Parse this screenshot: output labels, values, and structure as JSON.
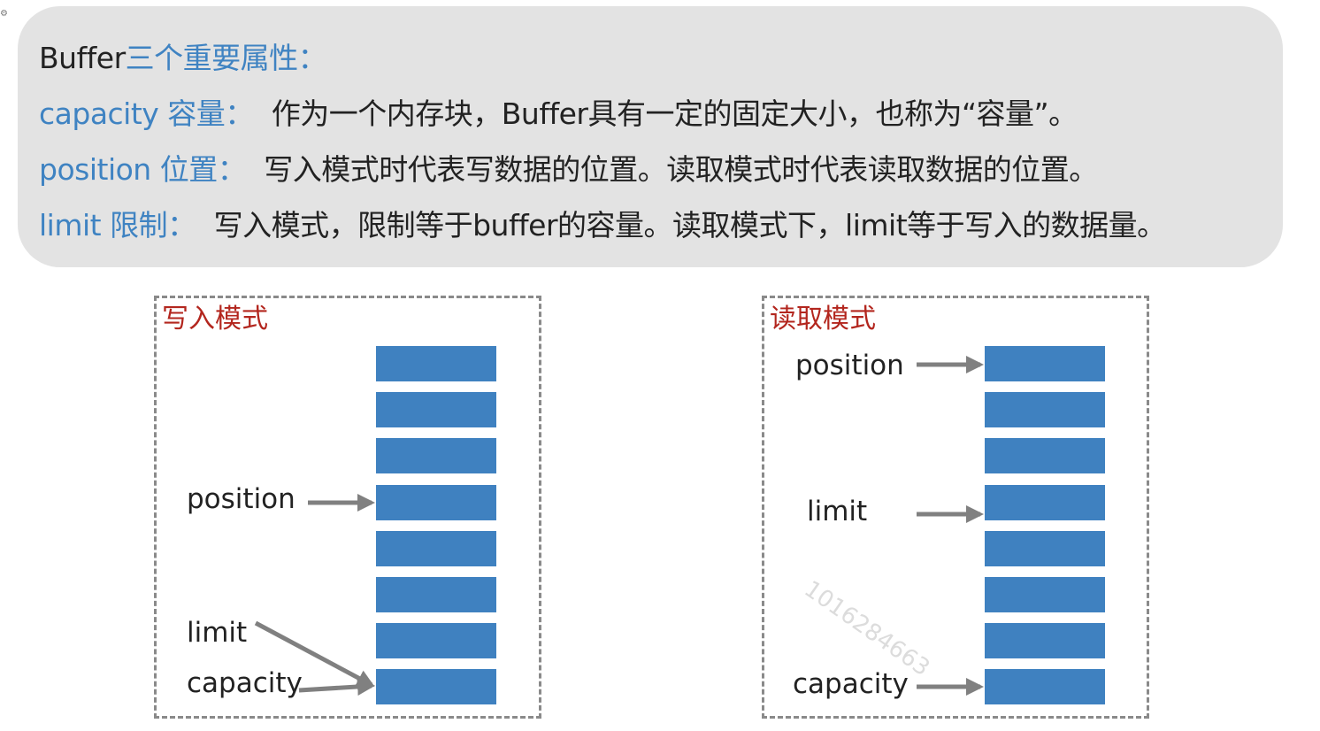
{
  "header": {
    "title_black": "Buffer",
    "title_blue": "三个重要属性：",
    "lines": [
      {
        "term": "capacity 容量：",
        "desc": "作为一个内存块，Buffer具有一定的固定大小，也称为“容量”。"
      },
      {
        "term": "position 位置：",
        "desc": "写入模式时代表写数据的位置。读取模式时代表读取数据的位置。"
      },
      {
        "term": "limit 限制：",
        "desc": "写入模式，限制等于buffer的容量。读取模式下，limit等于写入的数据量。"
      }
    ]
  },
  "write_panel": {
    "title": "写入模式",
    "cell_count": 8,
    "labels": {
      "position": "position",
      "limit": "limit",
      "capacity": "capacity"
    }
  },
  "read_panel": {
    "title": "读取模式",
    "cell_count": 8,
    "labels": {
      "position": "position",
      "limit": "limit",
      "capacity": "capacity"
    }
  },
  "watermark": "1016284663",
  "colors": {
    "accent_blue": "#3f83c2",
    "cell_blue": "#3f81c0",
    "title_red": "#b3261e",
    "arrow_gray": "#808080"
  }
}
